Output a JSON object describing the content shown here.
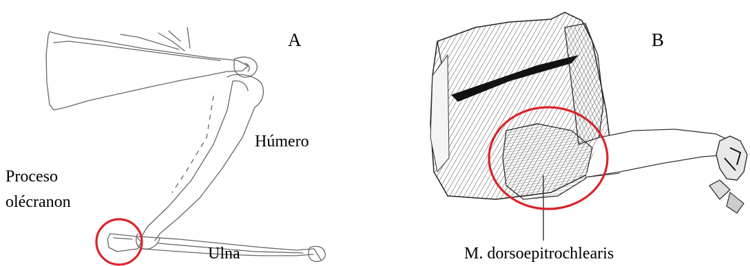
{
  "figure": {
    "panel_a": {
      "letter": "A",
      "labels": {
        "humerus": "Húmero",
        "olecranon_line1": "Proceso",
        "olecranon_line2": "olécranon",
        "ulna": "Ulna"
      }
    },
    "panel_b": {
      "letter": "B",
      "labels": {
        "muscle": "M. dorsoepitrochlearis"
      }
    },
    "colors": {
      "highlight_circle": "#d9242a",
      "line_art": "#555555",
      "background": "#ffffff"
    }
  }
}
